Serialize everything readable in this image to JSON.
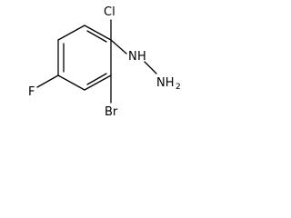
{
  "molecule": {
    "atoms": {
      "chlorine": "Cl",
      "fluorine": "F",
      "bromine": "Br",
      "hydrazine_n": "N",
      "hydrazine_h": "H",
      "hydrazine_nh2": "NH",
      "hydrazine_sub": "2"
    },
    "colors": {
      "bond": "#000000",
      "text": "#000000",
      "background": "#ffffff"
    }
  }
}
